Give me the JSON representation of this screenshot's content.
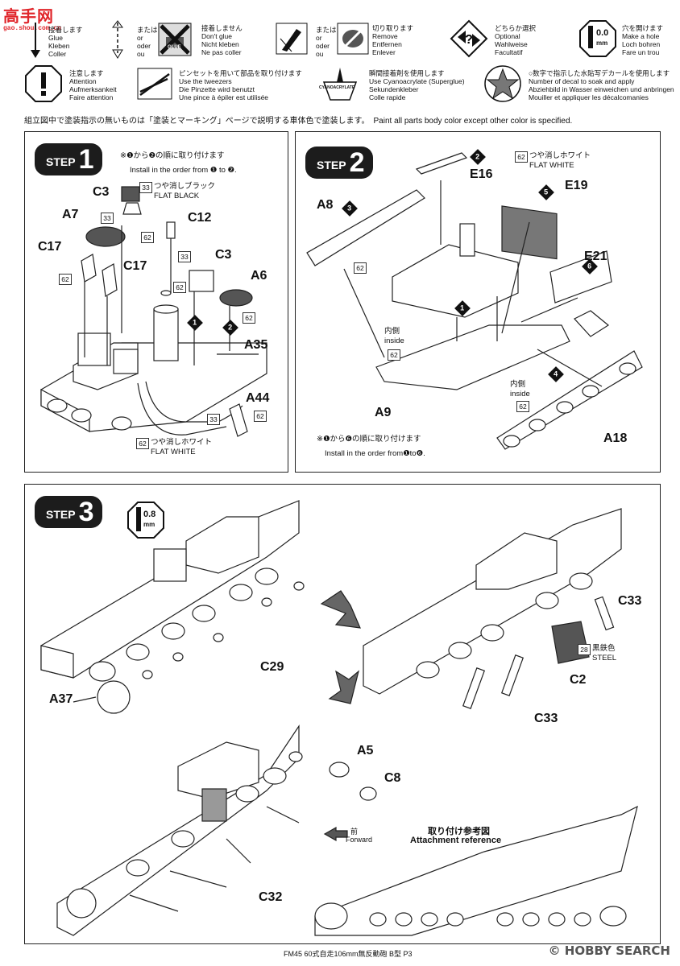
{
  "watermark": {
    "cn": "高手网",
    "url": "gao.shou.com.cn"
  },
  "legend": {
    "glue": [
      "接着します",
      "Glue",
      "Kleben",
      "Coller"
    ],
    "or1": [
      "または",
      "or",
      "oder",
      "ou"
    ],
    "dont_glue": [
      "接着しません",
      "Don't glue",
      "Nicht kleben",
      "Ne pas coller"
    ],
    "glue_icon_text": "GLUE",
    "or2": [
      "または",
      "or",
      "oder",
      "ou"
    ],
    "remove": [
      "切り取ります",
      "Remove",
      "Entfernen",
      "Enlever"
    ],
    "optional": [
      "どちらか選択",
      "Optional",
      "Wahlweise",
      "Facultatif"
    ],
    "hole_value": "0.0",
    "hole_unit": "mm",
    "hole": [
      "穴を開けます",
      "Make a hole",
      "Loch bohren",
      "Fare un trou"
    ],
    "attention": [
      "注意します",
      "Attention",
      "Aufmerksankeit",
      "Faire attention"
    ],
    "tweezers": [
      "ピンセットを用いて部品を取り付けます",
      "Use the tweezers",
      "Die Pinzette wird benutzt",
      "Une pince à épiler est utilisée"
    ],
    "cyano_icon_text": "CYANOACRYLATE",
    "cyano": [
      "瞬間接着剤を使用します",
      "Use Cyanoacrylate (Superglue)",
      "Sekundenkleber",
      "Colle rapide"
    ],
    "decal": [
      "○数字で指示した水貼写デカールを使用します",
      "Number of decal to soak and apply",
      "Abziehbild in Wasser einweichen und anbringen",
      "Mouiller et appliquer les décalcomanies"
    ]
  },
  "note": "組立図中で塗装指示の無いものは「塗装とマーキング」ページで説明する車体色で塗装します。　Paint all parts body color except other color is specified.",
  "step1": {
    "label_word": "STEP",
    "label_num": "1",
    "order_jp": "※❶から❷の順に取り付けます",
    "order_en": "Install in the order from ❶ to ❷.",
    "parts": [
      "C3",
      "A7",
      "C12",
      "C17",
      "C17",
      "C3",
      "A6",
      "A35",
      "A44"
    ],
    "color_a_code": "33",
    "color_a_jp": "つや消しブラック",
    "color_a_en": "FLAT BLACK",
    "color_b_code": "62",
    "color_b_jp": "つや消しホワイト",
    "color_b_en": "FLAT WHITE",
    "order_marks": [
      "1",
      "2"
    ]
  },
  "step2": {
    "label_word": "STEP",
    "label_num": "2",
    "parts": [
      "A8",
      "E16",
      "E19",
      "E21",
      "A9",
      "A18"
    ],
    "order_marks": [
      "1",
      "2",
      "3",
      "4",
      "5",
      "6"
    ],
    "color_code": "62",
    "color_jp": "つや消しホワイト",
    "color_en": "FLAT WHITE",
    "inside_jp": "内側",
    "inside_en": "inside",
    "order_jp": "※❶から❻の順に取り付けます",
    "order_en": "Install in the order from❶to❻."
  },
  "step3": {
    "label_word": "STEP",
    "label_num": "3",
    "hole_value": "0.8",
    "hole_unit": "mm",
    "parts": [
      "C29",
      "A37",
      "C33",
      "C2",
      "C33",
      "A5",
      "C8",
      "C32"
    ],
    "steel_code": "28",
    "steel_jp": "黒鉄色",
    "steel_en": "STEEL",
    "ref_jp": "取り付け参考図",
    "ref_en": "Attachment reference",
    "forward_jp": "前",
    "forward_en": "Forward"
  },
  "footer": {
    "caption": "FM45 60式自走106mm無反動砲 B型 P3",
    "publisher": "© HOBBY SEARCH"
  }
}
